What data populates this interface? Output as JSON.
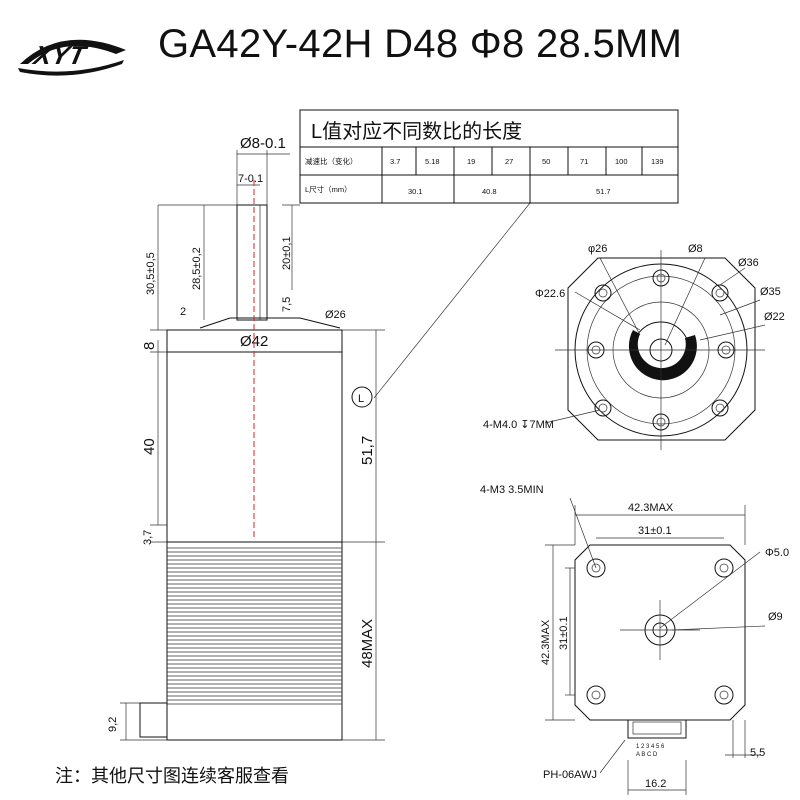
{
  "title": "GA42Y-42H D48 Φ8 28.5MM",
  "logo_text": "XYT",
  "table": {
    "heading": "L值对应不同数比的长度",
    "row1_label": "减速比（变化）",
    "ratios": [
      "3.7",
      "5.18",
      "19",
      "27",
      "50",
      "71",
      "100",
      "139"
    ],
    "row2_label": "L尺寸（mm）",
    "lengths": [
      "30.1",
      "40.8",
      "51.7"
    ]
  },
  "side_view": {
    "shaft_dia": "Ø8-0.1",
    "flat": "7-0.1",
    "shaft_len_total": "30,5±0,5",
    "shaft_len": "28,5±0,2",
    "flat_len": "20±0,1",
    "shoulder": "7,5",
    "step": "2",
    "boss_dia": "Ø26",
    "gearbox_dia": "Ø42",
    "flange": "8",
    "gear_len": "40",
    "gap": "3,7",
    "L_total": "51,7",
    "L_mark": "L",
    "motor_len": "48MAX",
    "base": "9,2"
  },
  "front_view": {
    "d26": "φ26",
    "d8": "Ø8",
    "d36": "Ø36",
    "d22_6": "Φ22.6",
    "d35": "Ø35",
    "d22": "Ø22",
    "holes": "4-M4.0 ↧7MM"
  },
  "motor_view": {
    "holes": "4-M3 3.5MIN",
    "width": "42.3MAX",
    "pitch": "31±0.1",
    "height": "42.3MAX",
    "pitch_v": "31±0.1",
    "d5": "Φ5.0",
    "d9": "Ø9",
    "pins": "1 2 3 4 5 6",
    "pin_letters": "A  B C  D",
    "connector": "PH-06AWJ",
    "conn_w": "16.2",
    "conn_off": "5,5"
  },
  "footnote": "注：其他尺寸图连续客服查看"
}
